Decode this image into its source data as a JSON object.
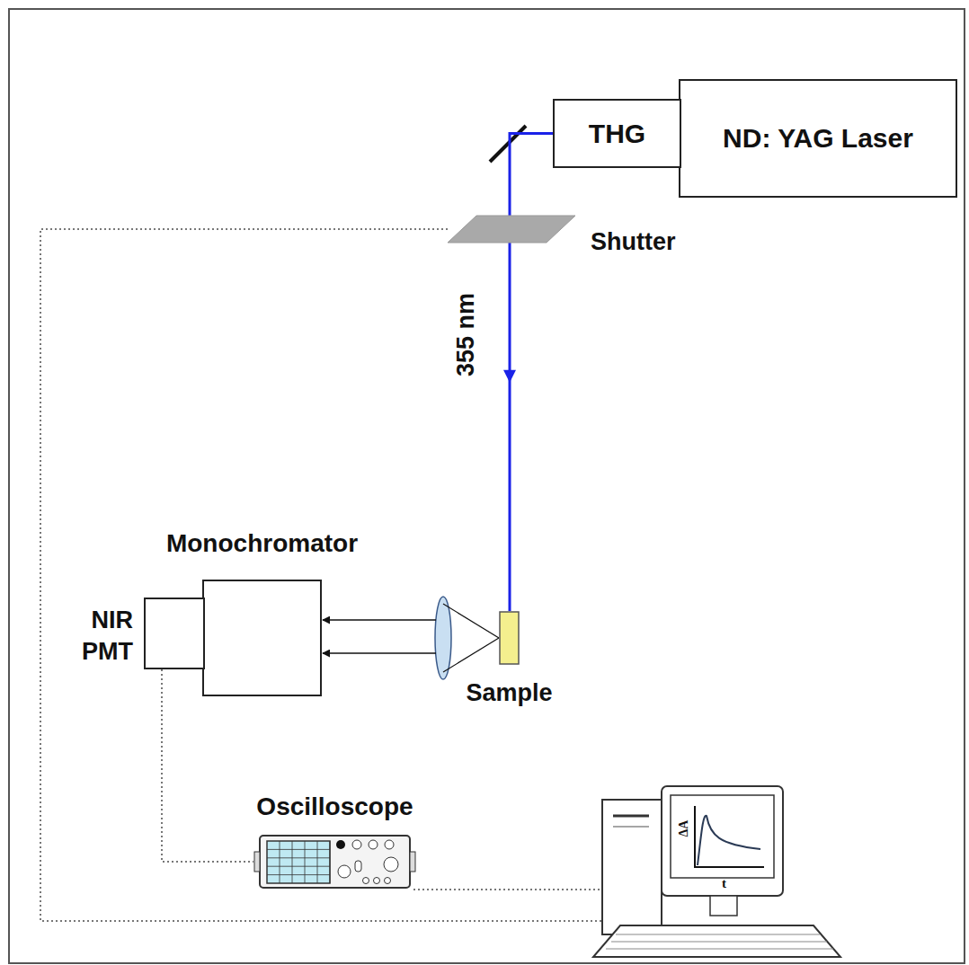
{
  "diagram": {
    "nodes": [
      {
        "text": [
          "ND: YAG Laser"
        ]
      },
      {
        "text": [
          "THG"
        ]
      },
      {
        "text": [
          "Shutter"
        ]
      },
      {
        "text": [
          "Sample"
        ]
      },
      {
        "text": [
          "Monochromator"
        ]
      },
      {
        "text": [
          "NIR PMT"
        ]
      },
      {
        "text": [
          "Oscilloscope"
        ]
      }
    ],
    "edges": [
      {
        "from": 1,
        "to": 2,
        "arrow": "none"
      },
      {
        "from": 2,
        "to": 3,
        "label": "355 nm",
        "arrow": "to"
      },
      {
        "from": 3,
        "to": 4,
        "arrow": "to"
      },
      {
        "from": 5,
        "to": 6,
        "arrow": "none"
      }
    ],
    "labels": [
      "ΔA",
      "t"
    ]
  }
}
